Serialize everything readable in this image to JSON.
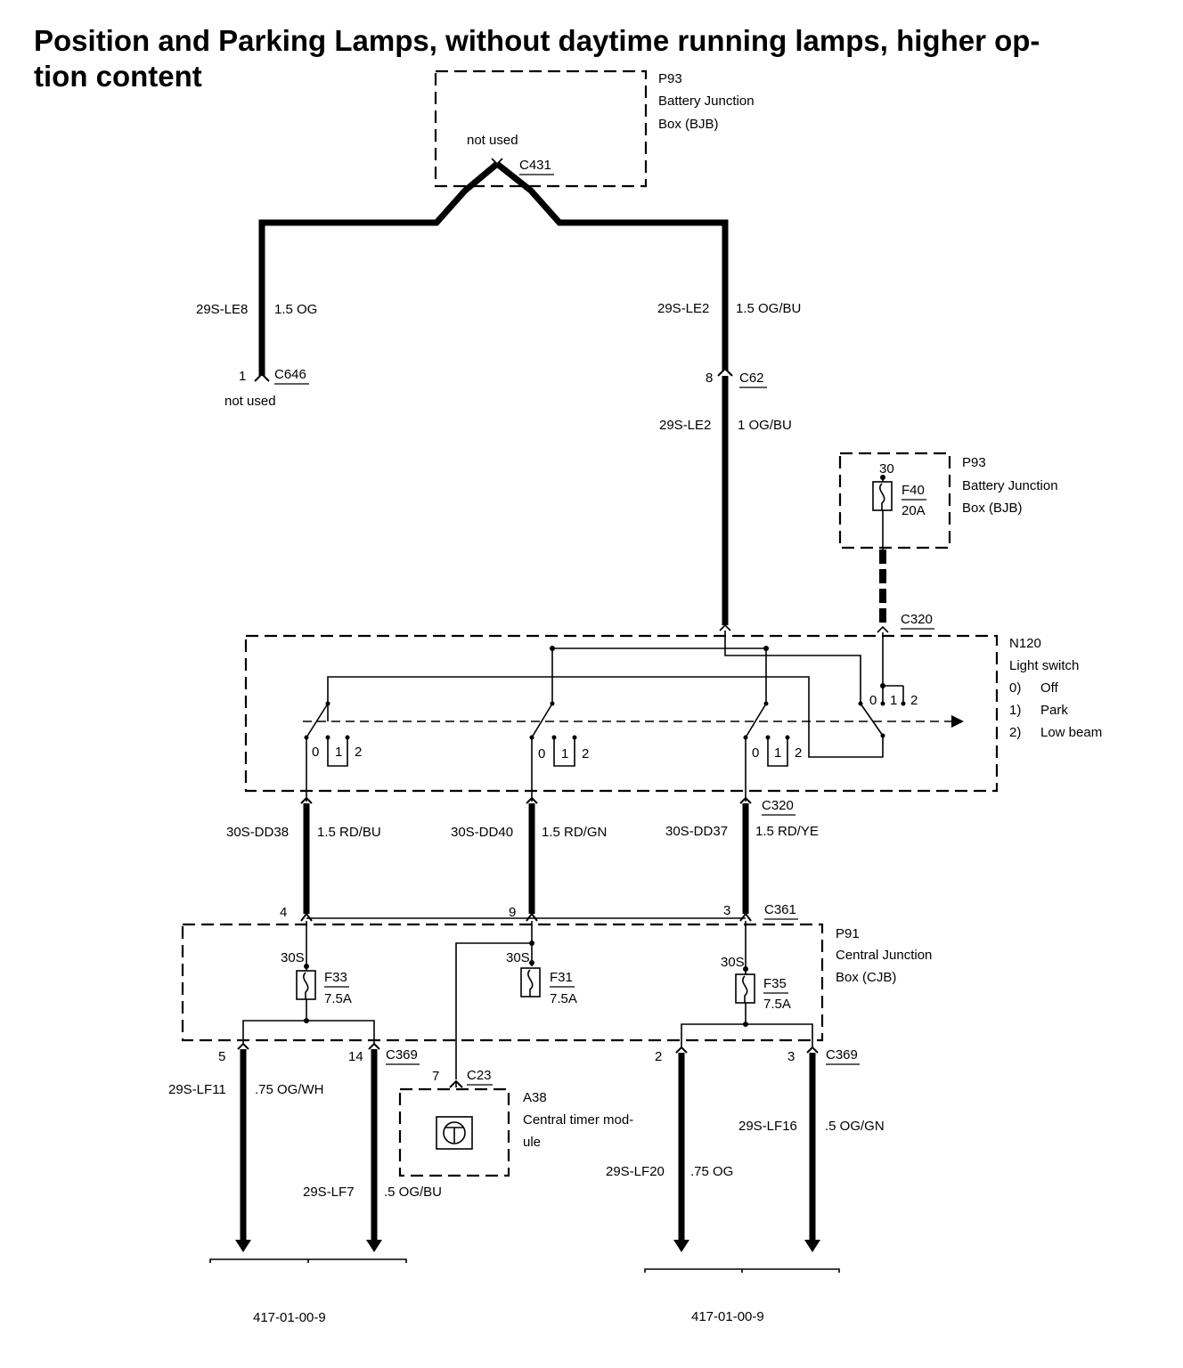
{
  "title": "Position and Parking Lamps, without daytime running lamps, higher option content",
  "title_lines": [
    "Position and Parking Lamps, without daytime running lamps, higher op-",
    "tion content"
  ],
  "top_bjb": {
    "ref": "P93",
    "name_line1": "Battery Junction",
    "name_line2": "Box (BJB)",
    "note": "not used",
    "connector": "C431"
  },
  "left_branch": {
    "circuit": "29S-LE8",
    "wire": "1.5 OG",
    "pin": "1",
    "connector": "C646",
    "note": "not used"
  },
  "right_branch": {
    "circuit": "29S-LE2",
    "wire": "1.5 OG/BU",
    "pin": "8",
    "connector": "C62",
    "circuit2": "29S-LE2",
    "wire2": "1 OG/BU"
  },
  "fuse_bjb": {
    "pin": "30",
    "fuse": "F40",
    "rating": "20A",
    "ref": "P93",
    "name_line1": "Battery Junction",
    "name_line2": "Box (BJB)",
    "connector": "C320"
  },
  "light_switch": {
    "ref": "N120",
    "name": "Light switch",
    "legend": [
      {
        "key": "0)",
        "value": "Off"
      },
      {
        "key": "1)",
        "value": "Park"
      },
      {
        "key": "2)",
        "value": "Low beam"
      }
    ],
    "positions": [
      "0",
      "1",
      "2"
    ]
  },
  "switch_out_connector": "C320",
  "switch_wires": [
    {
      "circuit": "30S-DD38",
      "wire": "1.5 RD/BU",
      "pin": "4"
    },
    {
      "circuit": "30S-DD40",
      "wire": "1.5 RD/GN",
      "pin": "9"
    },
    {
      "circuit": "30S-DD37",
      "wire": "1.5 RD/YE",
      "pin": "3"
    }
  ],
  "cjb": {
    "ref": "P91",
    "name_line1": "Central Junction",
    "name_line2": "Box (CJB)",
    "connector": "C361",
    "fuses": [
      {
        "pin": "30S",
        "fuse": "F33",
        "rating": "7.5A"
      },
      {
        "pin": "30S",
        "fuse": "F31",
        "rating": "7.5A"
      },
      {
        "pin": "30S",
        "fuse": "F35",
        "rating": "7.5A"
      }
    ]
  },
  "timer_module": {
    "ref": "A38",
    "name_line1": "Central timer mod-",
    "name_line2": "ule",
    "pin": "7",
    "connector": "C23"
  },
  "outputs_left": {
    "connector": "C369",
    "pin_a": "5",
    "pin_b": "14",
    "circuit_a": "29S-LF11",
    "wire_a": ".75 OG/WH",
    "circuit_b": "29S-LF7",
    "wire_b": ".5 OG/BU",
    "ref": "417-01-00-9"
  },
  "outputs_right": {
    "connector": "C369",
    "pin_a": "2",
    "pin_b": "3",
    "circuit_a": "29S-LF20",
    "wire_a": ".75 OG",
    "circuit_b": "29S-LF16",
    "wire_b": ".5 OG/GN",
    "ref": "417-01-00-9"
  }
}
